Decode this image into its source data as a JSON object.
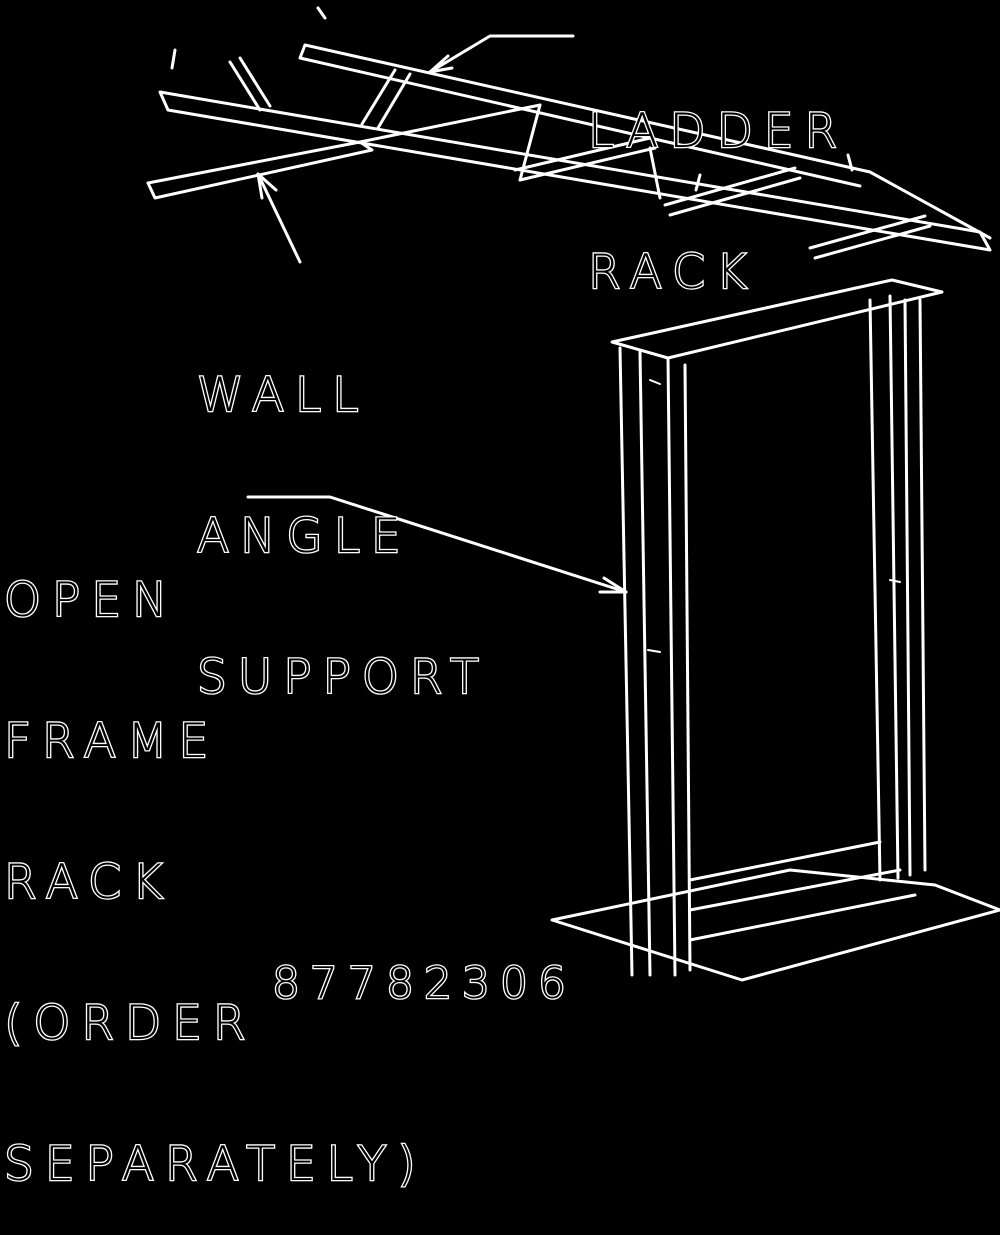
{
  "labels": {
    "ladder_rack": [
      "LADDER",
      "RACK"
    ],
    "wall_angle_support": [
      "WALL",
      "ANGLE",
      "SUPPORT"
    ],
    "open_frame_rack": [
      "OPEN",
      "FRAME",
      "RACK",
      "(ORDER",
      "SEPARATELY)"
    ]
  },
  "drawing_number": "87782306",
  "colors": {
    "background": "#000000",
    "lines": "#ffffff"
  }
}
